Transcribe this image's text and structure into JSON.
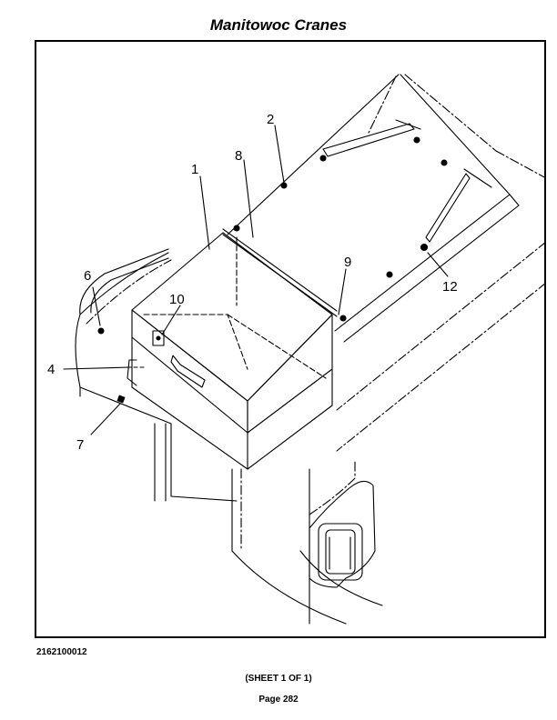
{
  "header": {
    "title": "Manitowoc Cranes"
  },
  "callouts": [
    "1",
    "2",
    "4",
    "6",
    "7",
    "8",
    "9",
    "10",
    "12"
  ],
  "footer": {
    "drawing_number": "2162100012",
    "sheet": "(SHEET 1 OF 1)",
    "page": "Page 282"
  }
}
